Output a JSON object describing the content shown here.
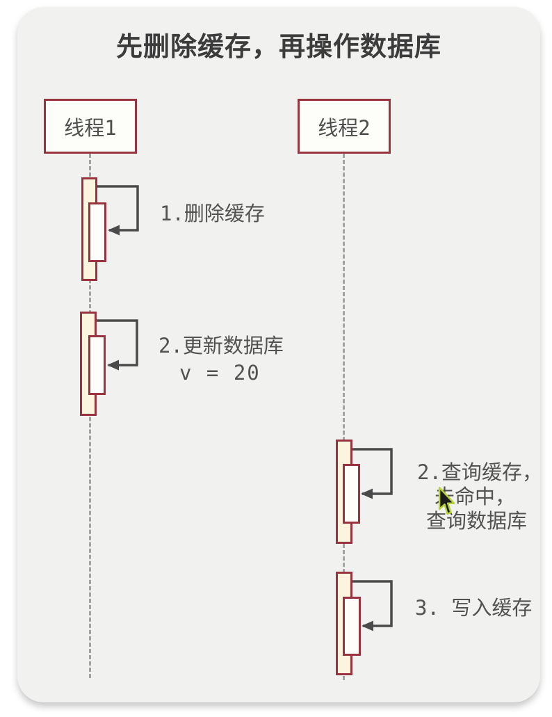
{
  "title": "先删除缓存，再操作数据库",
  "threads": [
    {
      "label": "线程1"
    },
    {
      "label": "线程2"
    }
  ],
  "messages": [
    {
      "lines": [
        "1.删除缓存"
      ]
    },
    {
      "lines": [
        "2.更新数据库",
        "v = 20"
      ]
    },
    {
      "lines": [
        "2.查询缓存，",
        "未命中，",
        "查询数据库"
      ]
    },
    {
      "lines": [
        "3. 写入缓存"
      ]
    }
  ],
  "cursor": {
    "icon": "mouse-pointer"
  },
  "colors": {
    "accent_red": "#9a3340",
    "activation_fill": "#fcf4dc",
    "nested_activation_fill": "#fefdfa",
    "arrow": "#4a4a4a",
    "card_bg": "#f1f1ef",
    "title_text": "#3c3c3c",
    "label_text": "#525252",
    "cursor_highlight": "#b6d437"
  }
}
